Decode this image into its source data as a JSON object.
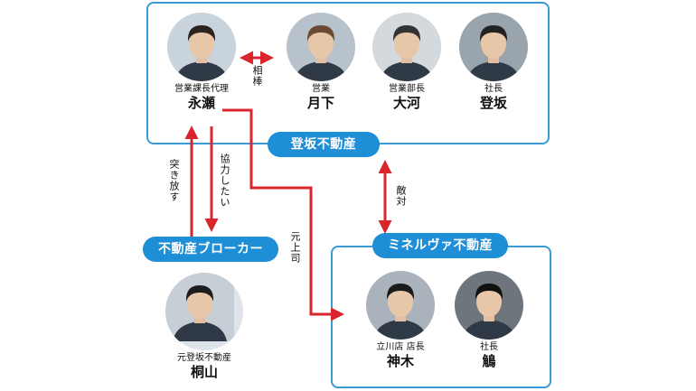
{
  "groups": {
    "tosaka": "登坂不動産",
    "minerva": "ミネルヴァ不動産",
    "broker": "不動産ブローカー"
  },
  "people": [
    {
      "id": "nagase",
      "role": "営業課長代理",
      "name": "永瀬",
      "bg": "#c9d3db",
      "hair": "#2b2320"
    },
    {
      "id": "tsukishita",
      "role": "営業",
      "name": "月下",
      "bg": "#b7c2cc",
      "hair": "#6b4a35"
    },
    {
      "id": "ookawa",
      "role": "営業部長",
      "name": "大河",
      "bg": "#d4d9de",
      "hair": "#333"
    },
    {
      "id": "tosaka",
      "role": "社長",
      "name": "登坂",
      "bg": "#9aa4ad",
      "hair": "#222"
    },
    {
      "id": "kiriyama",
      "role": "元登坂不動産",
      "name": "桐山",
      "bg": "#c6ced6",
      "hair": "#1d1d1d"
    },
    {
      "id": "kamiki",
      "role": "立川店 店長",
      "name": "神木",
      "bg": "#aab3bc",
      "hair": "#1a1a1a"
    },
    {
      "id": "takashi",
      "role": "社長",
      "name": "鵤",
      "bg": "#6f757c",
      "hair": "#111"
    }
  ],
  "relations": {
    "aibou": "相棒",
    "tsukihanasu": "突き放す",
    "kyouryoku": "協力したい",
    "tekitai": "敵対",
    "motojoushi": "元上司"
  },
  "colors": {
    "accent": "#1e8ed6",
    "border": "#3a9bd8",
    "arrow": "#d9262c"
  }
}
